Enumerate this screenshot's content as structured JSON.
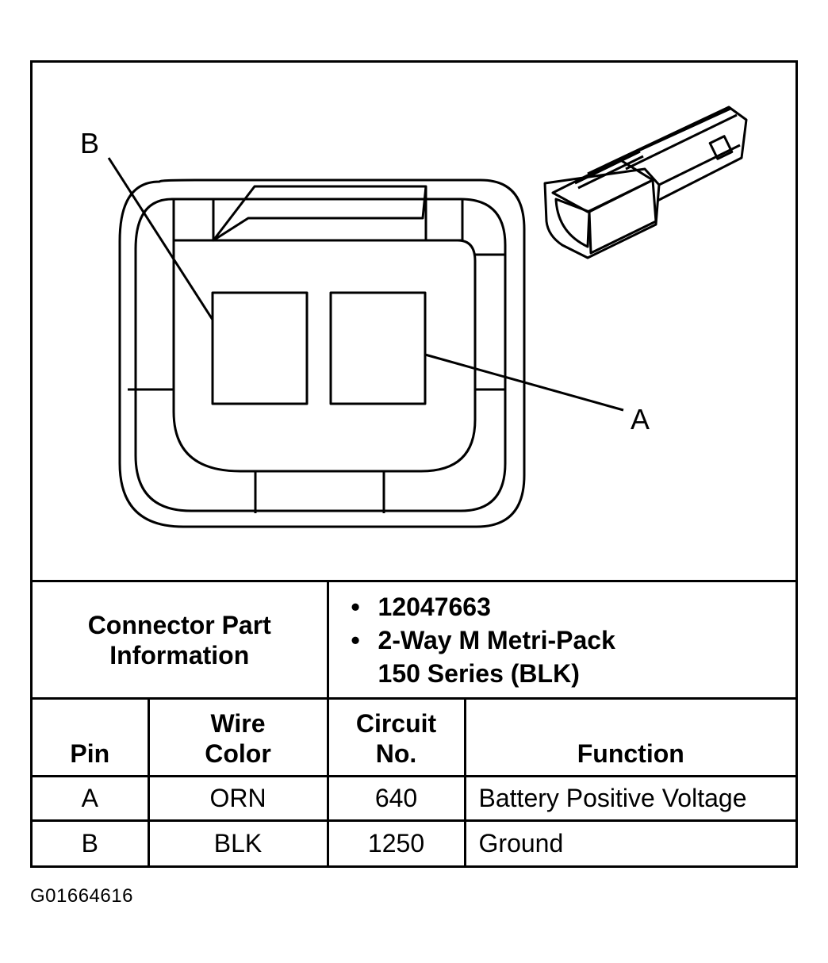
{
  "callouts": {
    "b": "B",
    "a": "A"
  },
  "connector_info": {
    "label_line1": "Connector Part",
    "label_line2": "Information",
    "part_number": "12047663",
    "description_line1": "2-Way M Metri-Pack",
    "description_line2": "150 Series (BLK)"
  },
  "table": {
    "headers": {
      "pin": "Pin",
      "wire_color_line1": "Wire",
      "wire_color_line2": "Color",
      "circuit_line1": "Circuit",
      "circuit_line2": "No.",
      "function": "Function"
    },
    "rows": [
      {
        "pin": "A",
        "wire_color": "ORN",
        "circuit": "640",
        "function": "Battery Positive Voltage"
      },
      {
        "pin": "B",
        "wire_color": "BLK",
        "circuit": "1250",
        "function": "Ground"
      }
    ]
  },
  "figure_id": "G01664616"
}
